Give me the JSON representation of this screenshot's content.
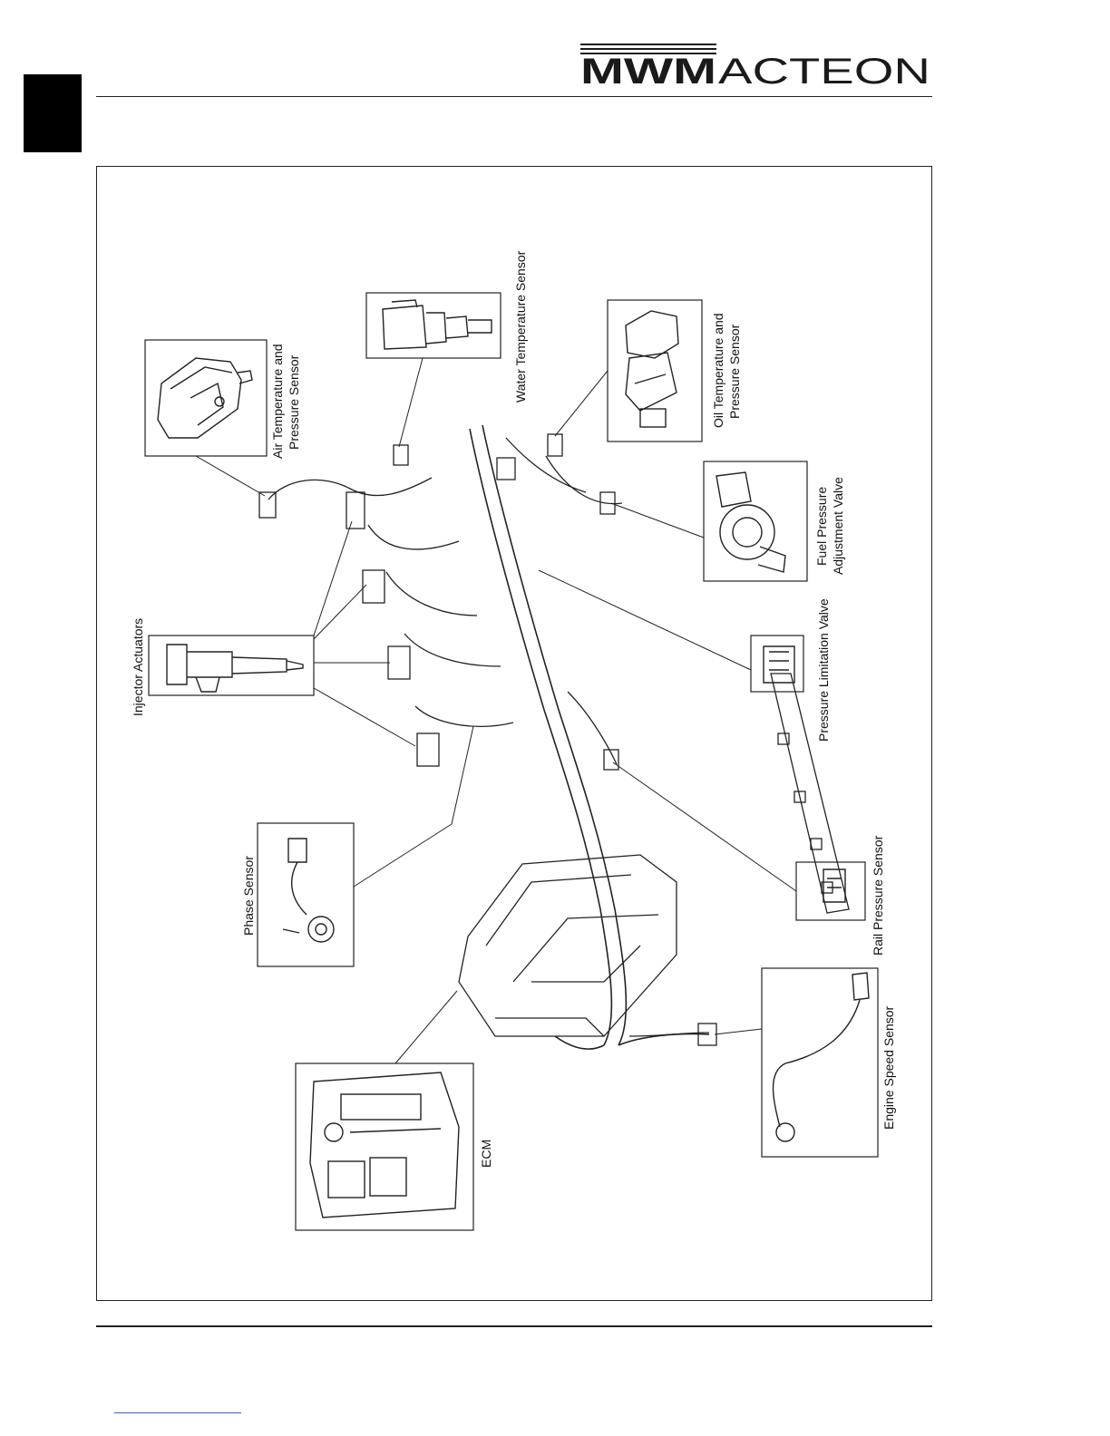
{
  "brand": {
    "left": "MWM",
    "right": "ACTEON"
  },
  "labels": {
    "water_temperature_sensor": "Water Temperature Sensor",
    "air_temperature_pressure_sensor_1": "Air Temperature and",
    "air_temperature_pressure_sensor_2": "Pressure Sensor",
    "oil_temperature_pressure_sensor_1": "Oil Temperature and",
    "oil_temperature_pressure_sensor_2": "Pressure Sensor",
    "fuel_pressure_adjustment_valve_1": "Fuel Pressure",
    "fuel_pressure_adjustment_valve_2": "Adjustment Valve",
    "injector_actuators": "Injector Actuators",
    "pressure_limitation_valve": "Pressure Limitation Valve",
    "phase_sensor": "Phase Sensor",
    "rail_pressure_sensor": "Rail Pressure Sensor",
    "engine_speed_sensor": "Engine Speed Sensor",
    "ecm": "ECM"
  },
  "colors": {
    "logo_dark": "#1a1a1a",
    "logo_grey": "#9a9a9a",
    "line": "#222222"
  }
}
